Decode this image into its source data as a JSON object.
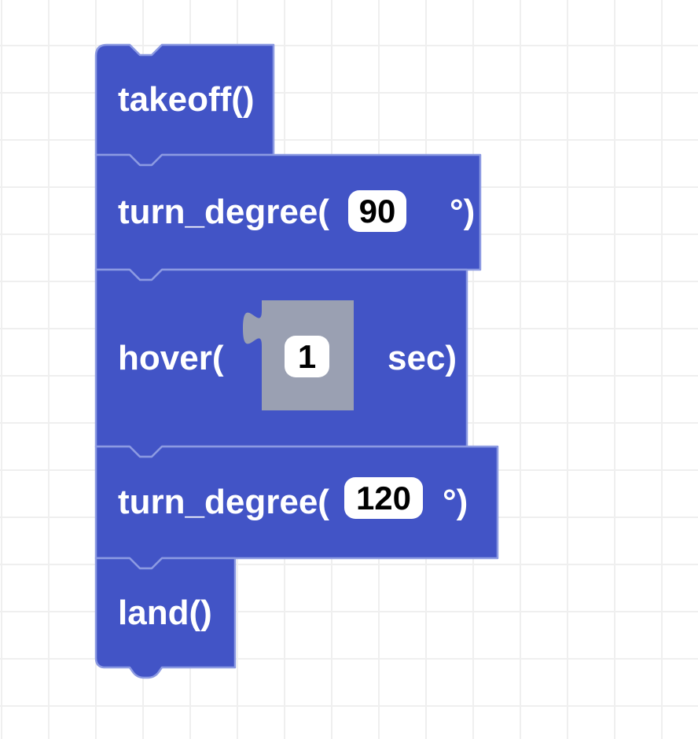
{
  "workspace": {
    "type": "block-programming-canvas",
    "program_order": [
      "takeoff()",
      "turn_degree(90°)",
      "hover(1 sec)",
      "turn_degree(120°)",
      "land()"
    ]
  },
  "colors": {
    "block-fill": "#4254c6",
    "block-border": "#8c9ae2",
    "shadow-block": "#9aa0b2",
    "field-bg": "#ffffff",
    "field-text": "#000000",
    "grid-line": "#efefef",
    "bg": "#ffffff"
  },
  "blocks": [
    {
      "id": "takeoff",
      "label": "takeoff()"
    },
    {
      "id": "turn_degree_1",
      "label": "turn_degree(",
      "field_value": "90",
      "suffix": "°)"
    },
    {
      "id": "hover",
      "label": "hover(",
      "field_value": "1",
      "suffix": "sec)"
    },
    {
      "id": "turn_degree_2",
      "label": "turn_degree(",
      "field_value": "120",
      "suffix": "°)"
    },
    {
      "id": "land",
      "label": "land()"
    }
  ]
}
